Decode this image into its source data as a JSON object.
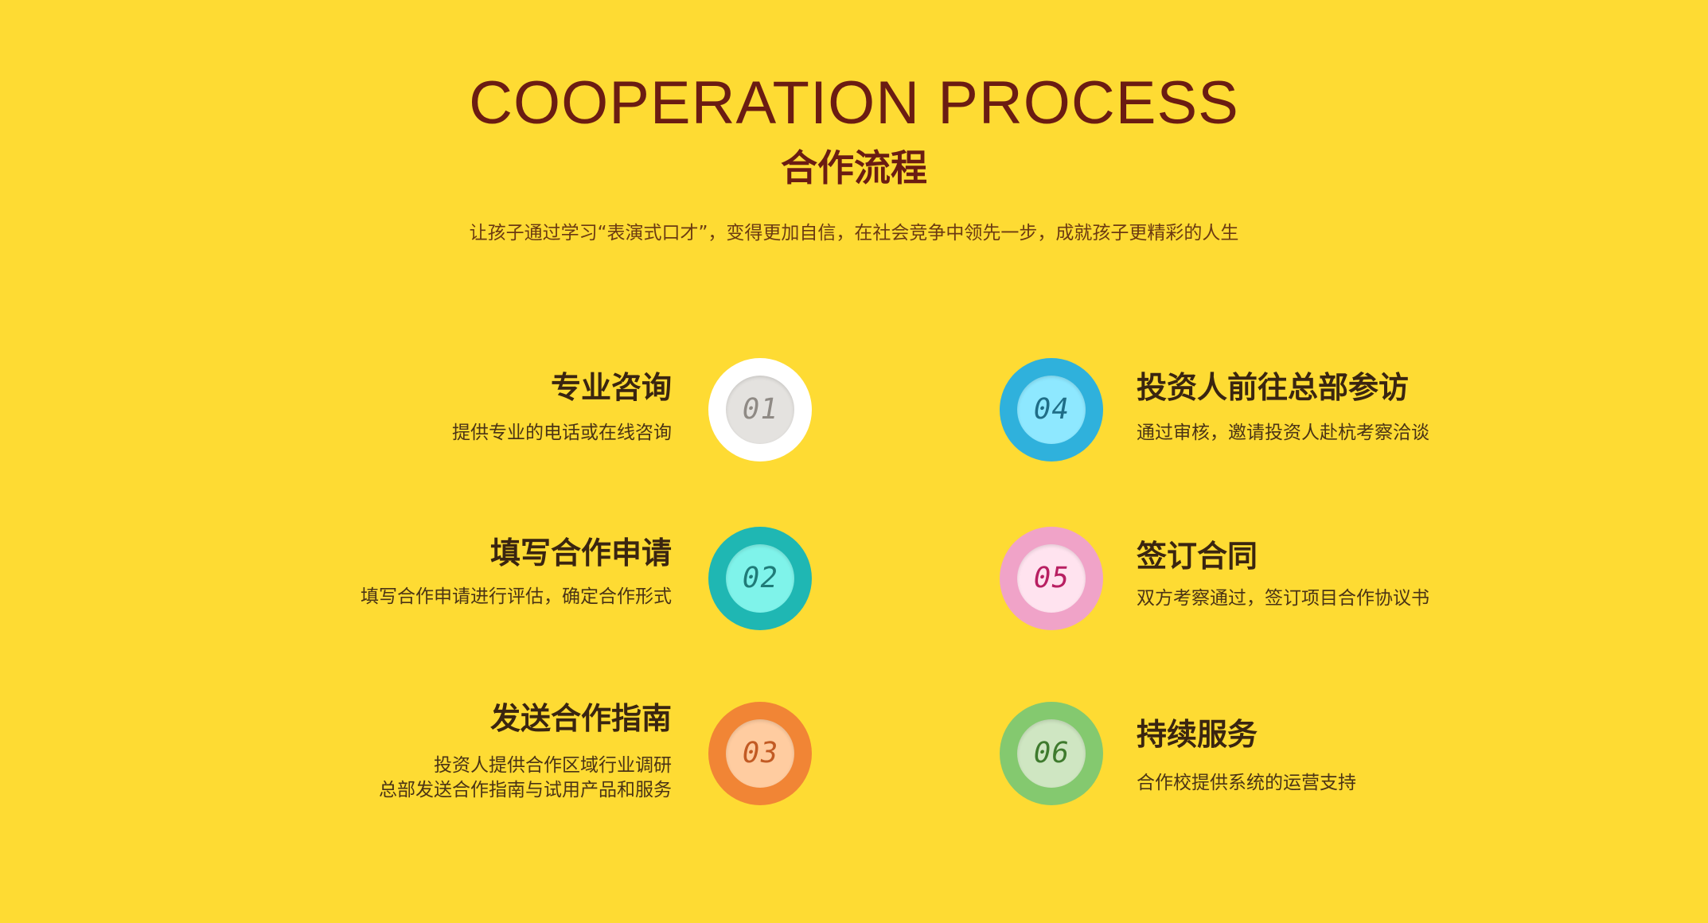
{
  "header": {
    "title_en": "COOPERATION PROCESS",
    "title_zh": "合作流程",
    "subtitle": "让孩子通过学习“表演式口才”，变得更加自信，在社会竞争中领先一步，成就孩子更精彩的人生"
  },
  "steps": [
    {
      "number": "01",
      "title": "专业咨询",
      "desc": [
        "提供专业的电话或在线咨询"
      ],
      "ring_color": "#ffffff",
      "inner_color": "#e4e2df",
      "number_color": "#8f8a85"
    },
    {
      "number": "02",
      "title": "填写合作申请",
      "desc": [
        "填写合作申请进行评估，确定合作形式"
      ],
      "ring_color": "#1fb7b3",
      "inner_color": "#7ff3ea",
      "number_color": "#1f7b78"
    },
    {
      "number": "03",
      "title": "发送合作指南",
      "desc": [
        "投资人提供合作区域行业调研",
        "总部发送合作指南与试用产品和服务"
      ],
      "ring_color": "#f18535",
      "inner_color": "#ffcca0",
      "number_color": "#c25a23"
    },
    {
      "number": "04",
      "title": "投资人前往总部参访",
      "desc": [
        "通过审核，邀请投资人赴杭考察洽谈"
      ],
      "ring_color": "#2fb1dc",
      "inner_color": "#8ee8ff",
      "number_color": "#1f6d87"
    },
    {
      "number": "05",
      "title": "签订合同",
      "desc": [
        "双方考察通过，签订项目合作协议书"
      ],
      "ring_color": "#f0a3c8",
      "inner_color": "#ffe3ef",
      "number_color": "#b81f62"
    },
    {
      "number": "06",
      "title": "持续服务",
      "desc": [
        "合作校提供系统的运营支持"
      ],
      "ring_color": "#84c96f",
      "inner_color": "#cfe6c2",
      "number_color": "#3e7a2d"
    }
  ]
}
